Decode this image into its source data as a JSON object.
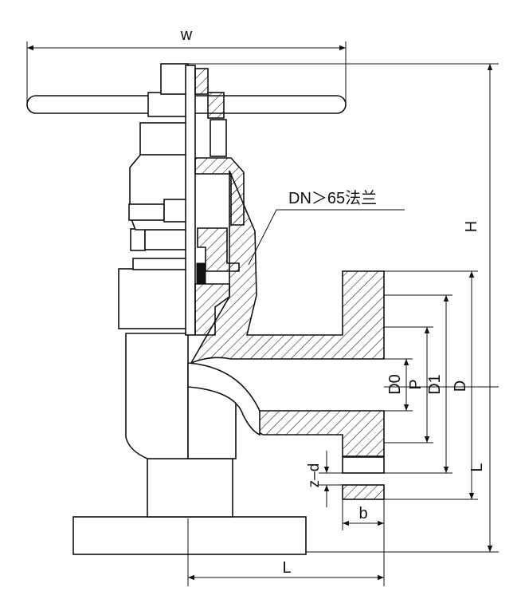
{
  "diagram": {
    "labels": {
      "w": "w",
      "H": "H",
      "L_right": "L",
      "L_bottom": "L",
      "D": "D",
      "D1": "D1",
      "P": "P",
      "D0": "D0",
      "zd": "z–d",
      "b": "b",
      "flange_note": "DN＞65法兰"
    }
  }
}
